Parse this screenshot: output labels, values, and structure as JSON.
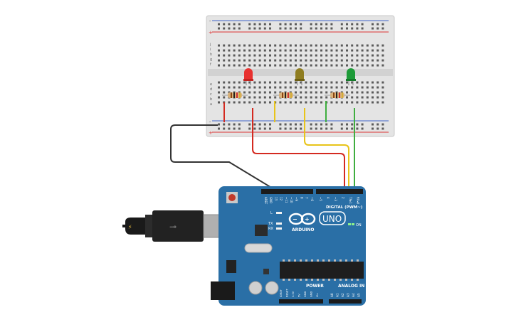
{
  "breadboard": {
    "row_letters_top": [
      "j",
      "i",
      "h",
      "g",
      "f"
    ],
    "row_letters_bottom": [
      "e",
      "d",
      "c",
      "b",
      "a"
    ],
    "rail_plus": "+",
    "rail_minus": "-"
  },
  "components": {
    "leds": [
      {
        "name": "red-led",
        "color": "#e8312f"
      },
      {
        "name": "yellow-led",
        "color": "#8f7d20"
      },
      {
        "name": "green-led",
        "color": "#1d9b38"
      }
    ],
    "wire_colors": {
      "ground": "#333333",
      "red": "#d42a20",
      "yellow": "#e8c41a",
      "green": "#3fae3f"
    }
  },
  "arduino": {
    "board_color": "#2a6fa6",
    "brand": "ARDUINO",
    "model": "UNO",
    "on_label": "ON",
    "led_labels": [
      "L",
      "TX",
      "RX"
    ],
    "digital_label": "DIGITAL (PWM~)",
    "power_label": "POWER",
    "analog_label": "ANALOG IN",
    "header_top_pins": [
      "AREF",
      "GND",
      "13",
      "12",
      "~11",
      "~10",
      "~9",
      "8",
      "7",
      "~6",
      "~5",
      "4",
      "~3",
      "2",
      "TX▸1",
      "RX◂0"
    ],
    "power_pins": [
      "IOREF",
      "RESET",
      "3.3V",
      "5V",
      "GND",
      "GND",
      "Vin"
    ],
    "analog_pins": [
      "A0",
      "A1",
      "A2",
      "A3",
      "A4",
      "A5"
    ]
  }
}
